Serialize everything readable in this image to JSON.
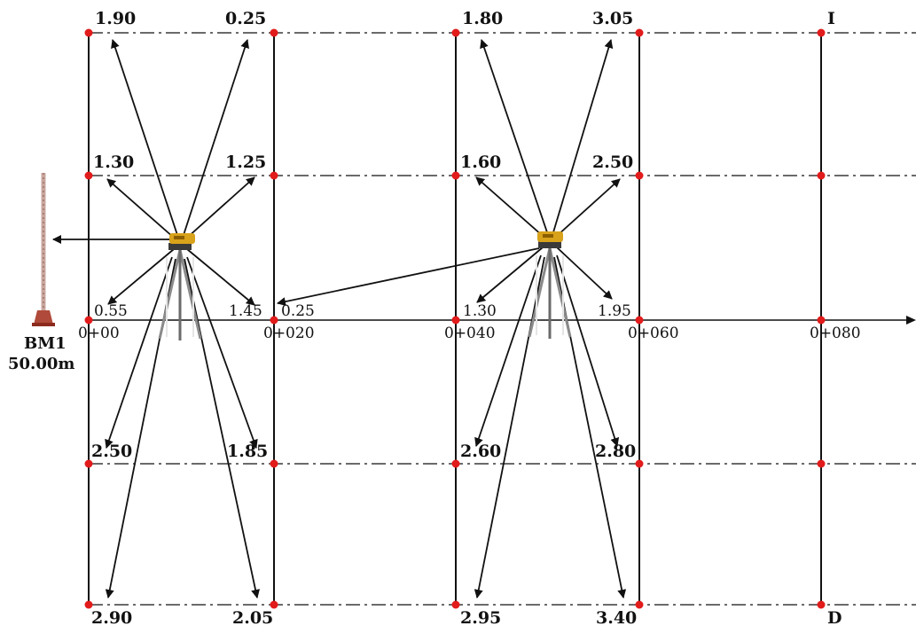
{
  "colors": {
    "line": "#111111",
    "station_dot": "#e21b1b",
    "level_body": "#d8a21a",
    "staff": "#b04a3a"
  },
  "icons": {
    "instrument": "level-instrument-icon",
    "staff": "levelling-staff-icon"
  },
  "benchmark": {
    "name": "BM1",
    "elevation": "50.00m"
  },
  "chainages": [
    "0+00",
    "0+020",
    "0+040",
    "0+060",
    "0+080"
  ],
  "row_labels": {
    "top": "I",
    "bottom": "D"
  },
  "setup1_readings": {
    "backsight_bm": "",
    "top_left": "1.90",
    "top_right": "0.25",
    "upper_left": "1.30",
    "upper_right": "1.25",
    "mid_left": "0.55",
    "mid_right": "1.45",
    "lower_left": "2.50",
    "lower_right": "1.85",
    "bottom_left": "2.90",
    "bottom_right": "2.05",
    "turning_point": "0.25"
  },
  "setup2_readings": {
    "top_left": "1.80",
    "top_right": "3.05",
    "upper_left": "1.60",
    "upper_right": "2.50",
    "mid_left": "1.30",
    "mid_right": "1.95",
    "lower_left": "2.60",
    "lower_right": "2.80",
    "bottom_left": "2.95",
    "bottom_right": "3.40"
  }
}
